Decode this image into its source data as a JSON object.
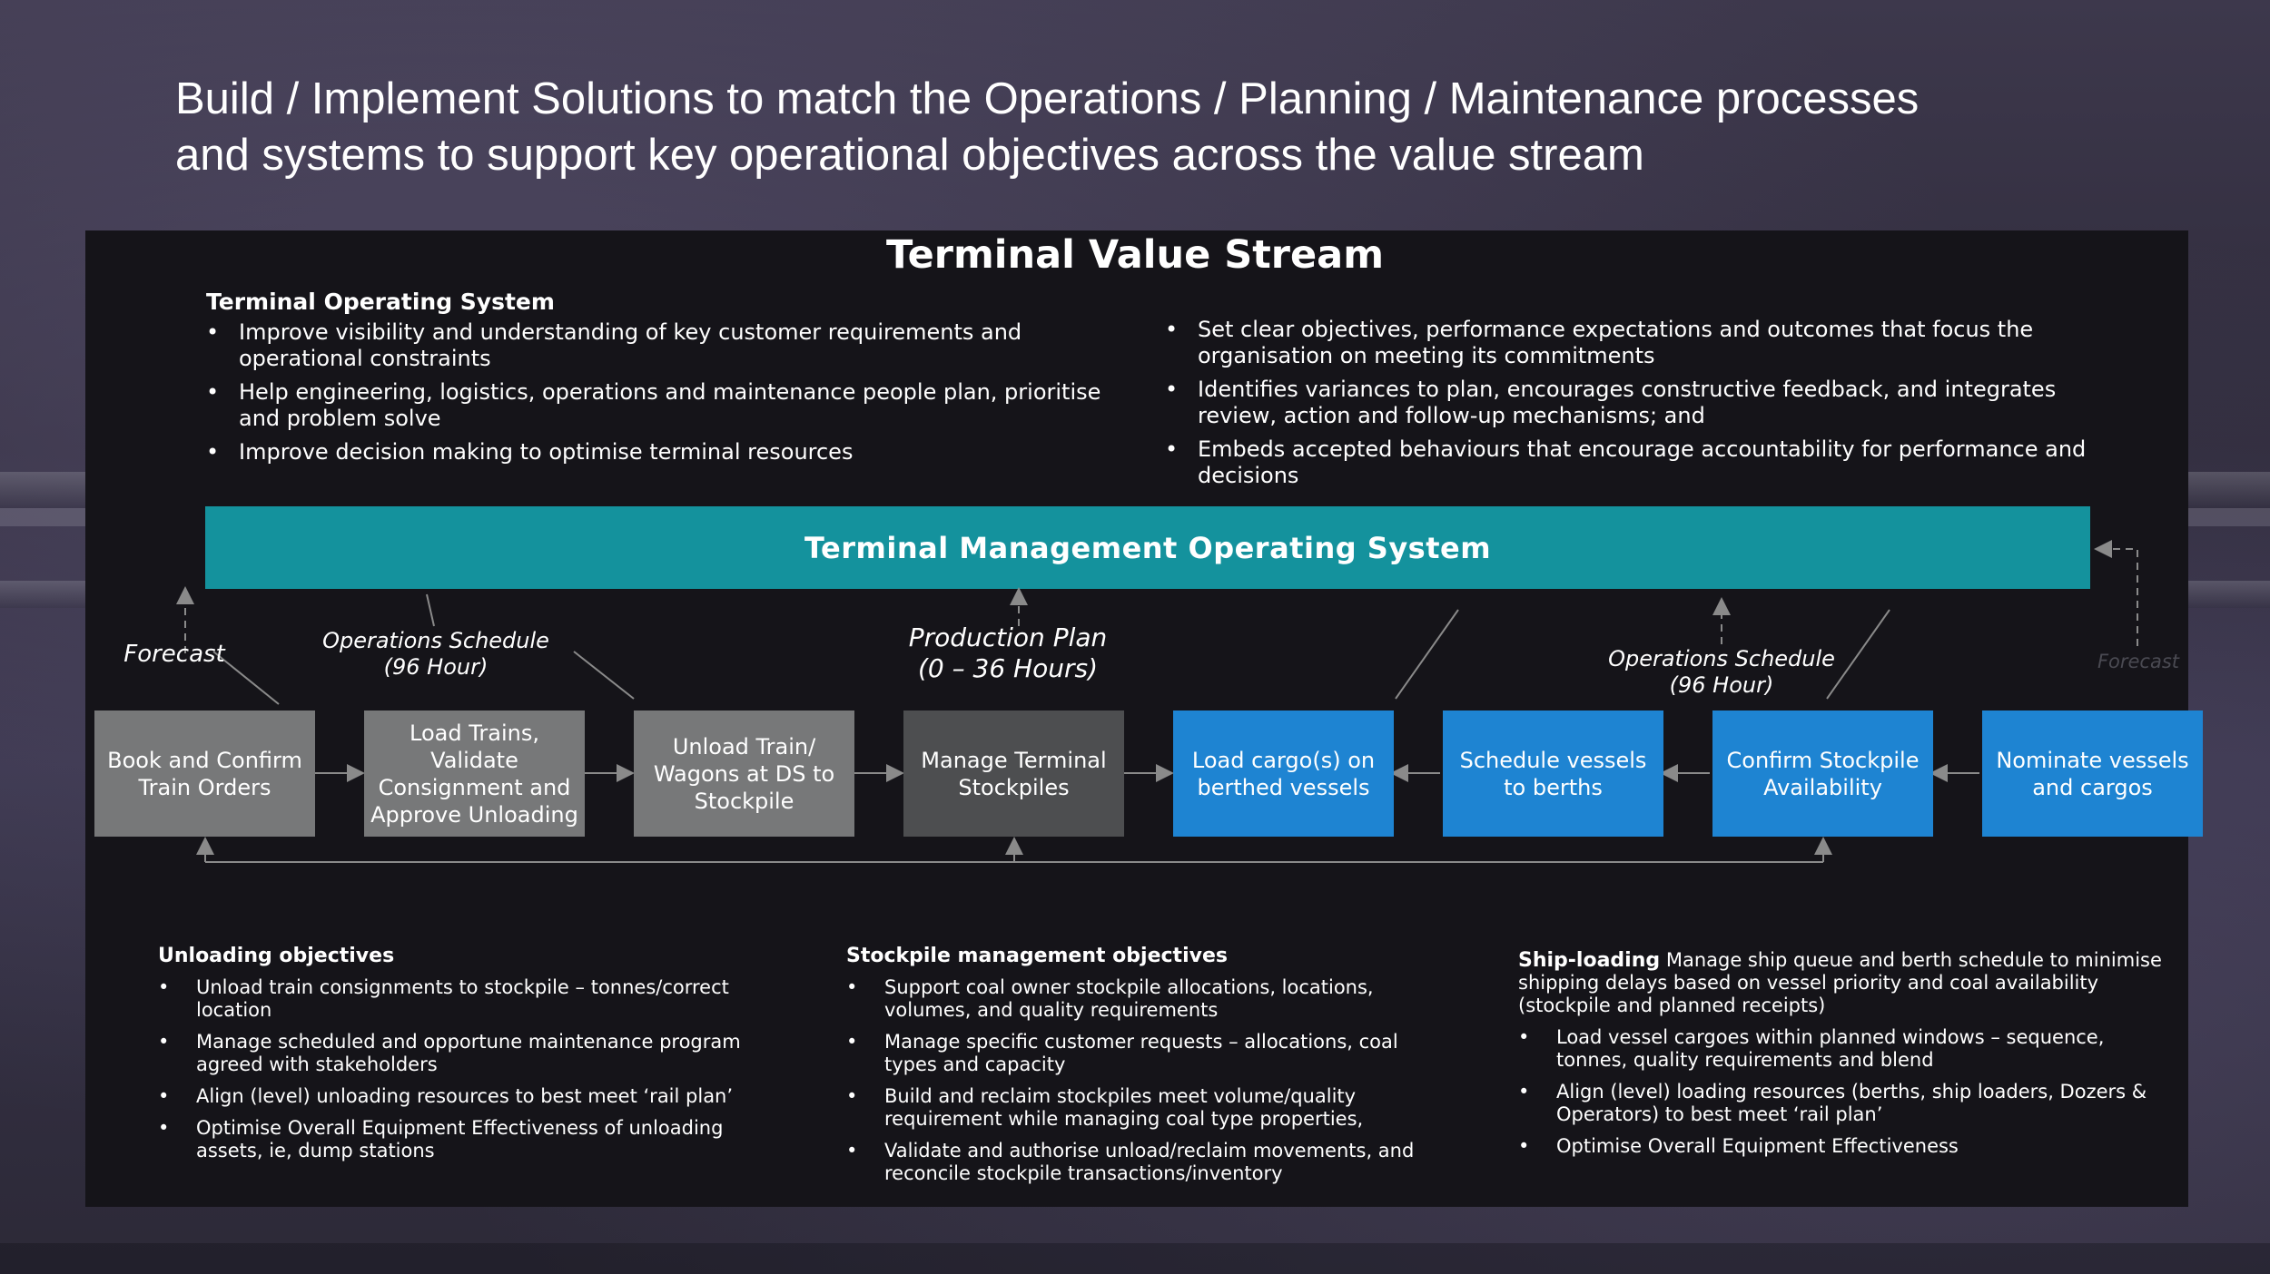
{
  "headline": {
    "line1": "Build / Implement Solutions to match the Operations / Planning / Maintenance processes",
    "line2": "and systems to support key operational objectives across the value stream"
  },
  "panel_title": "Terminal Value Stream",
  "tos": {
    "title": "Terminal Operating System",
    "left_bullets": [
      "Improve visibility and understanding of key customer requirements and operational constraints",
      "Help engineering, logistics, operations and maintenance people plan, prioritise and problem solve",
      "Improve decision making to optimise terminal resources"
    ],
    "right_bullets": [
      "Set clear objectives, performance expectations and outcomes that focus the organisation on meeting its commitments",
      "Identifies variances to plan, encourages constructive feedback, and integrates review, action and follow-up mechanisms; and",
      "Embeds accepted behaviours that encourage accountability for performance and decisions"
    ]
  },
  "tmos_bar": "Terminal Management Operating System",
  "flow_labels": {
    "forecast_left": "Forecast",
    "ops_schedule_left": "Operations Schedule\n(96 Hour)",
    "production_plan": "Production Plan\n(0 – 36 Hours)",
    "ops_schedule_right": "Operations Schedule\n(96 Hour)",
    "forecast_right": "Forecast"
  },
  "process_steps": [
    {
      "label": "Book and Confirm Train Orders",
      "style": "gray"
    },
    {
      "label": "Load Trains, Validate Consignment and Approve Unloading",
      "style": "gray"
    },
    {
      "label": "Unload Train/ Wagons at DS to Stockpile",
      "style": "gray"
    },
    {
      "label": "Manage Terminal Stockpiles",
      "style": "dark"
    },
    {
      "label": "Load cargo(s) on berthed vessels",
      "style": "blue"
    },
    {
      "label": "Schedule vessels to berths",
      "style": "blue"
    },
    {
      "label": "Confirm Stockpile Availability",
      "style": "blue"
    },
    {
      "label": "Nominate vessels and cargos",
      "style": "blue"
    }
  ],
  "objectives": {
    "unloading": {
      "title": "Unloading objectives",
      "bullets": [
        "Unload train consignments to stockpile – tonnes/correct location",
        "Manage scheduled and opportune maintenance program agreed with stakeholders",
        "Align (level) unloading resources to best meet ‘rail plan’",
        "Optimise Overall Equipment Effectiveness of unloading assets, ie, dump stations"
      ]
    },
    "stockpile": {
      "title": "Stockpile management objectives",
      "bullets": [
        "Support coal owner stockpile allocations, locations, volumes, and quality requirements",
        "Manage specific customer requests  – allocations, coal types and capacity",
        "Build and reclaim stockpiles  meet volume/quality requirement while managing coal type properties,",
        "Validate and authorise unload/reclaim movements, and reconcile stockpile transactions/inventory"
      ]
    },
    "shiploading": {
      "title": "Ship-loading",
      "intro": "Manage ship queue and berth schedule to minimise shipping delays based on vessel priority and coal availability (stockpile and planned receipts)",
      "bullets": [
        "Load vessel cargoes within planned windows – sequence, tonnes, quality requirements and blend",
        "Align (level) loading resources (berths, ship loaders, Dozers & Operators) to best meet ‘rail plan’",
        "Optimise Overall Equipment Effectiveness"
      ]
    }
  },
  "colors": {
    "panel": "#151419",
    "tmos_bar": "#14929d",
    "step_gray": "#777879",
    "step_dark": "#4d4e50",
    "step_blue": "#1e84d2",
    "connector": "#8a8a8a"
  }
}
